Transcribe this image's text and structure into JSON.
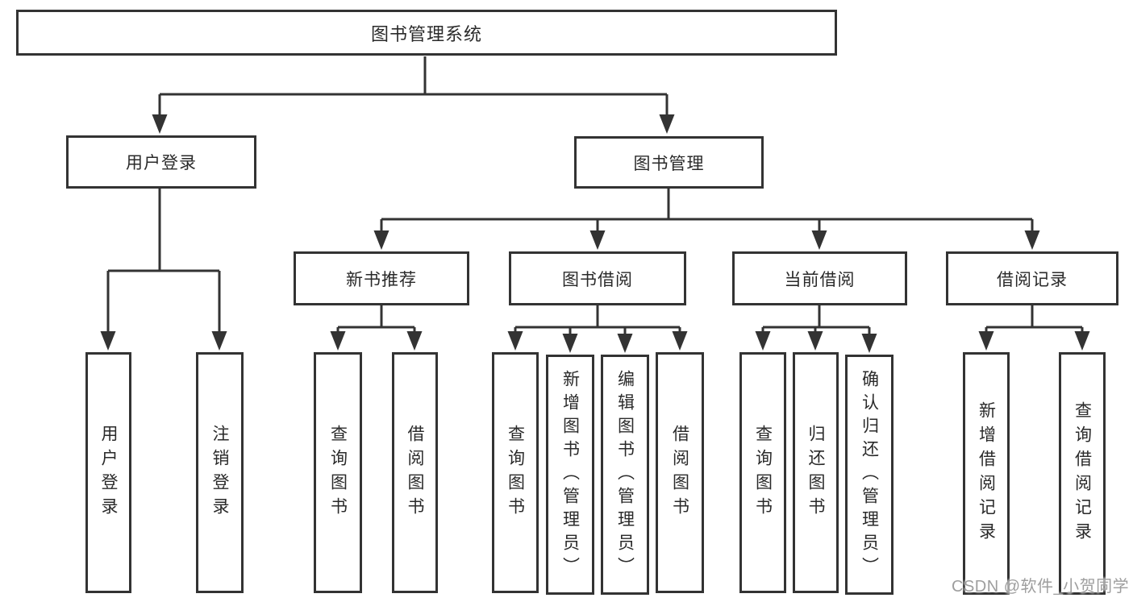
{
  "root": {
    "label": "图书管理系统"
  },
  "branches": {
    "user_login": {
      "label": "用户登录",
      "children": [
        "用户登录",
        "注销登录"
      ]
    },
    "book_management": {
      "label": "图书管理",
      "children": {
        "new_books": {
          "label": "新书推荐",
          "children": [
            "查询图书",
            "借阅图书"
          ]
        },
        "borrowing": {
          "label": "图书借阅",
          "children": [
            "查询图书",
            "新增图书（管理员）",
            "编辑图书（管理员）",
            "借阅图书"
          ]
        },
        "current": {
          "label": "当前借阅",
          "children": [
            "查询图书",
            "归还图书",
            "确认归还（管理员）"
          ]
        },
        "records": {
          "label": "借阅记录",
          "children": [
            "新增借阅记录",
            "查询借阅记录"
          ]
        }
      }
    }
  },
  "watermark": "CSDN @软件_小贺同学",
  "colors": {
    "line": "#333333",
    "text": "#2a2a2a",
    "watermark": "#9e9e9e",
    "background": "#ffffff"
  }
}
